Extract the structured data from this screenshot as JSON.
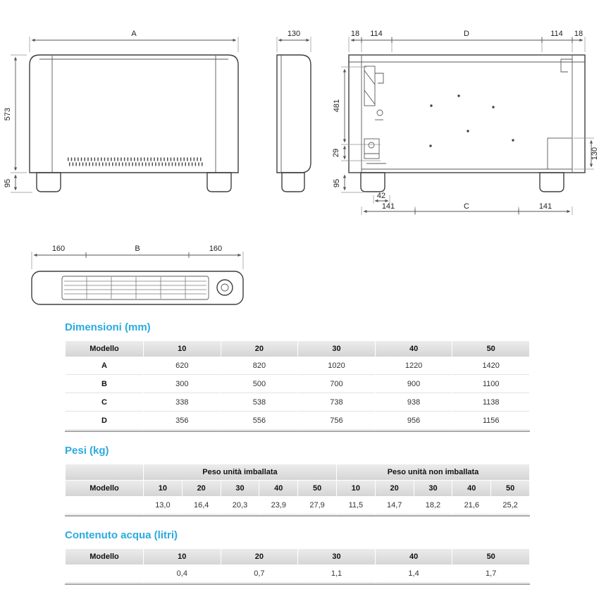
{
  "drawings": {
    "front": {
      "dim_width": "A",
      "dim_height": "573",
      "dim_foot": "95"
    },
    "side": {
      "dim_depth": "130"
    },
    "internal": {
      "dim_top_1": "18",
      "dim_top_2": "114",
      "dim_top_3": "D",
      "dim_top_4": "114",
      "dim_top_5": "18",
      "dim_left_1": "481",
      "dim_left_2": "29",
      "dim_left_3": "95",
      "dim_right": "130",
      "dim_bottom_offset": "42",
      "dim_bottom_1": "141",
      "dim_bottom_2": "C",
      "dim_bottom_3": "141"
    },
    "top": {
      "dim_left": "160",
      "dim_center": "B",
      "dim_right": "160"
    }
  },
  "sections": {
    "dimensions": {
      "title": "Dimensioni (mm)",
      "table": {
        "headers": [
          "Modello",
          "10",
          "20",
          "30",
          "40",
          "50"
        ],
        "rows": [
          {
            "label": "A",
            "values": [
              "620",
              "820",
              "1020",
              "1220",
              "1420"
            ]
          },
          {
            "label": "B",
            "values": [
              "300",
              "500",
              "700",
              "900",
              "1100"
            ]
          },
          {
            "label": "C",
            "values": [
              "338",
              "538",
              "738",
              "938",
              "1138"
            ]
          },
          {
            "label": "D",
            "values": [
              "356",
              "556",
              "756",
              "956",
              "1156"
            ]
          }
        ]
      }
    },
    "weights": {
      "title": "Pesi (kg)",
      "table": {
        "group_headers": [
          "Peso unità imballata",
          "Peso unità non imballata"
        ],
        "model_label": "Modello",
        "model_headers": [
          "10",
          "20",
          "30",
          "40",
          "50",
          "10",
          "20",
          "30",
          "40",
          "50"
        ],
        "values": [
          "13,0",
          "16,4",
          "20,3",
          "23,9",
          "27,9",
          "11,5",
          "14,7",
          "18,2",
          "21,6",
          "25,2"
        ]
      }
    },
    "water": {
      "title": "Contenuto acqua (litri)",
      "table": {
        "headers": [
          "Modello",
          "10",
          "20",
          "30",
          "40",
          "50"
        ],
        "values": [
          "0,4",
          "0,7",
          "1,1",
          "1,4",
          "1,7"
        ]
      }
    }
  },
  "colors": {
    "accent": "#2aabde"
  }
}
